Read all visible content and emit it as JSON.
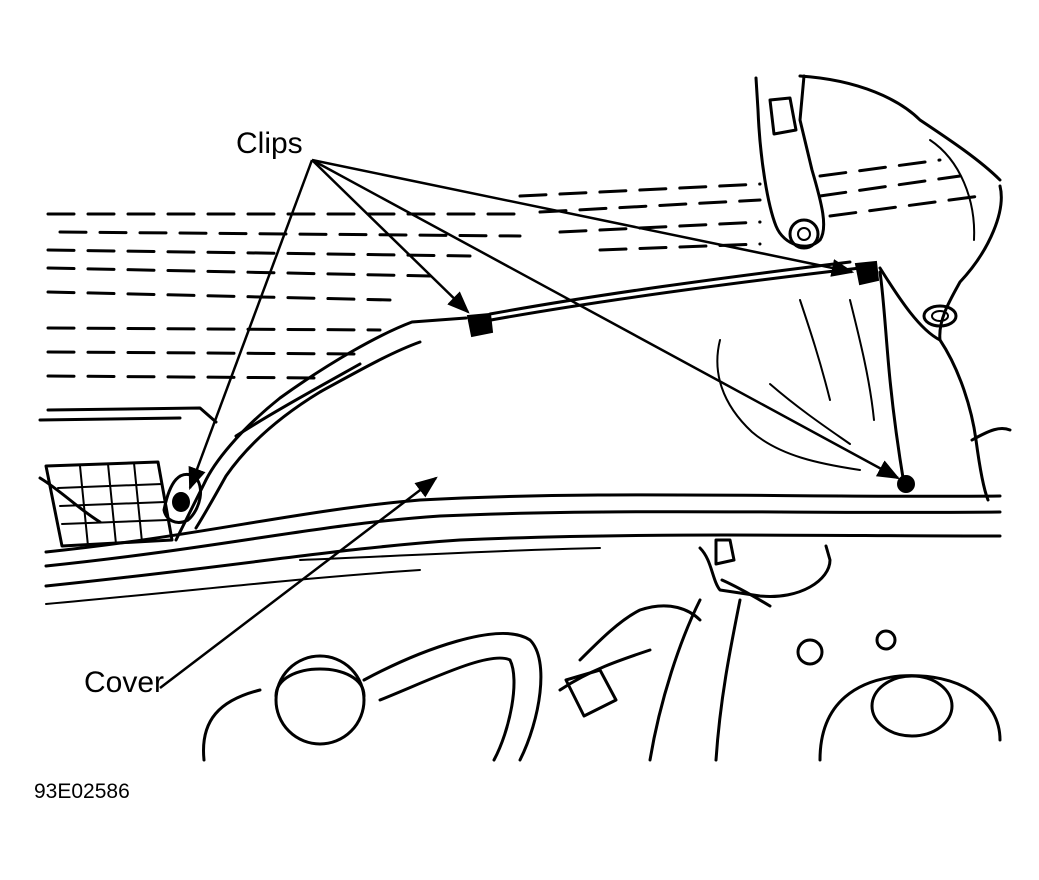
{
  "labels": {
    "clips": "Clips",
    "cover": "Cover",
    "figure_code": "93E02586"
  },
  "colors": {
    "ink": "#000000",
    "paper": "#ffffff"
  }
}
